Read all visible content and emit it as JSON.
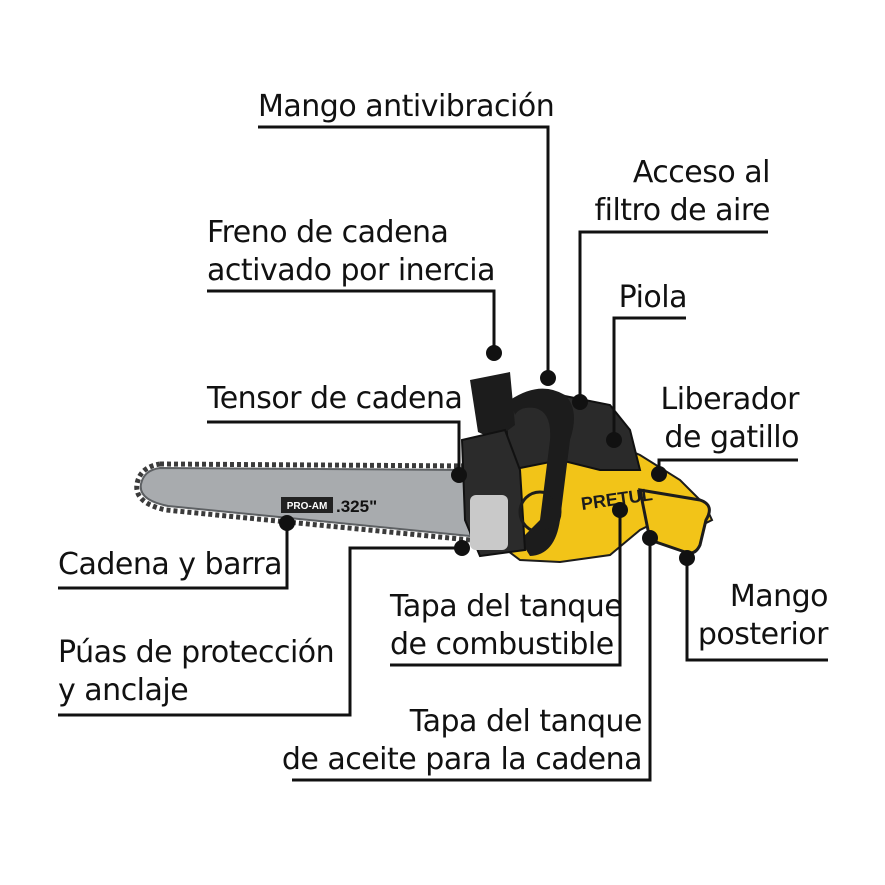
{
  "colors": {
    "body_yellow": "#f2c418",
    "bar_gray": "#a8abae",
    "housing_black": "#1c1c1c",
    "leader_line": "#111111",
    "text": "#111111"
  },
  "product": {
    "brand": "PRETUL",
    "bar_brand": "PRO-AM",
    "chain_pitch": ".325\""
  },
  "labels": {
    "mango_antivibracion": [
      "Mango antivibración"
    ],
    "acceso_filtro": [
      "Acceso al",
      "filtro de aire"
    ],
    "freno_cadena": [
      "Freno de cadena",
      "activado por inercia"
    ],
    "piola": [
      "Piola"
    ],
    "tensor_cadena": [
      "Tensor de cadena"
    ],
    "liberador_gatillo": [
      "Liberador",
      "de gatillo"
    ],
    "cadena_barra": [
      "Cadena y barra"
    ],
    "mango_posterior": [
      "Mango",
      "posterior"
    ],
    "tapa_combustible": [
      "Tapa del tanque",
      "de combustible"
    ],
    "puas_proteccion": [
      "Púas de protección",
      "y anclaje"
    ],
    "tapa_aceite": [
      "Tapa del tanque",
      "de aceite para la cadena"
    ]
  }
}
